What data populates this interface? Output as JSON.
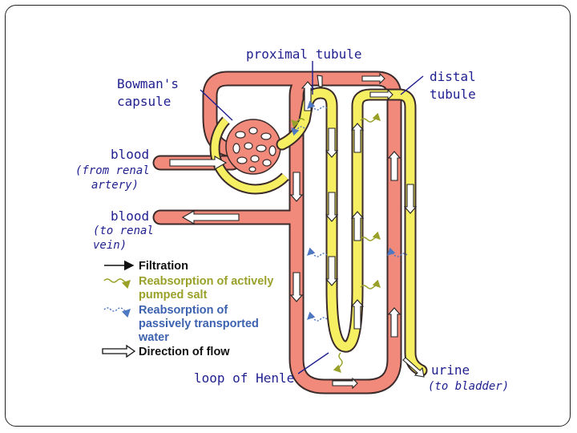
{
  "labels": {
    "proximal": "proximal tubule",
    "bowmans_1": "Bowman's",
    "bowmans_2": "capsule",
    "distal_1": "distal",
    "distal_2": "tubule",
    "blood_in": "blood",
    "blood_in_sub_1": "(from renal",
    "blood_in_sub_2": "artery)",
    "blood_out": "blood",
    "blood_out_sub_1": "(to renal",
    "blood_out_sub_2": "vein)",
    "loop": "loop of Henle",
    "urine": "urine",
    "urine_sub": "(to bladder)"
  },
  "legend": {
    "filtration": "Filtration",
    "salt_1": "Reabsorption of actively",
    "salt_2": "pumped salt",
    "water_1": "Reabsorption of",
    "water_2": "passively transported",
    "water_3": "water",
    "flow": "Direction of flow"
  },
  "colors": {
    "vessel": "#f28a7c",
    "vessel_edge": "#3a2a2a",
    "tubule": "#f7ef62",
    "label_text": "#1f1f8f",
    "salt_text": "#9aa12a",
    "water_text": "#3d63b0",
    "salt_arrow": "#9aa12a",
    "water_arrow": "#4f78c2"
  }
}
